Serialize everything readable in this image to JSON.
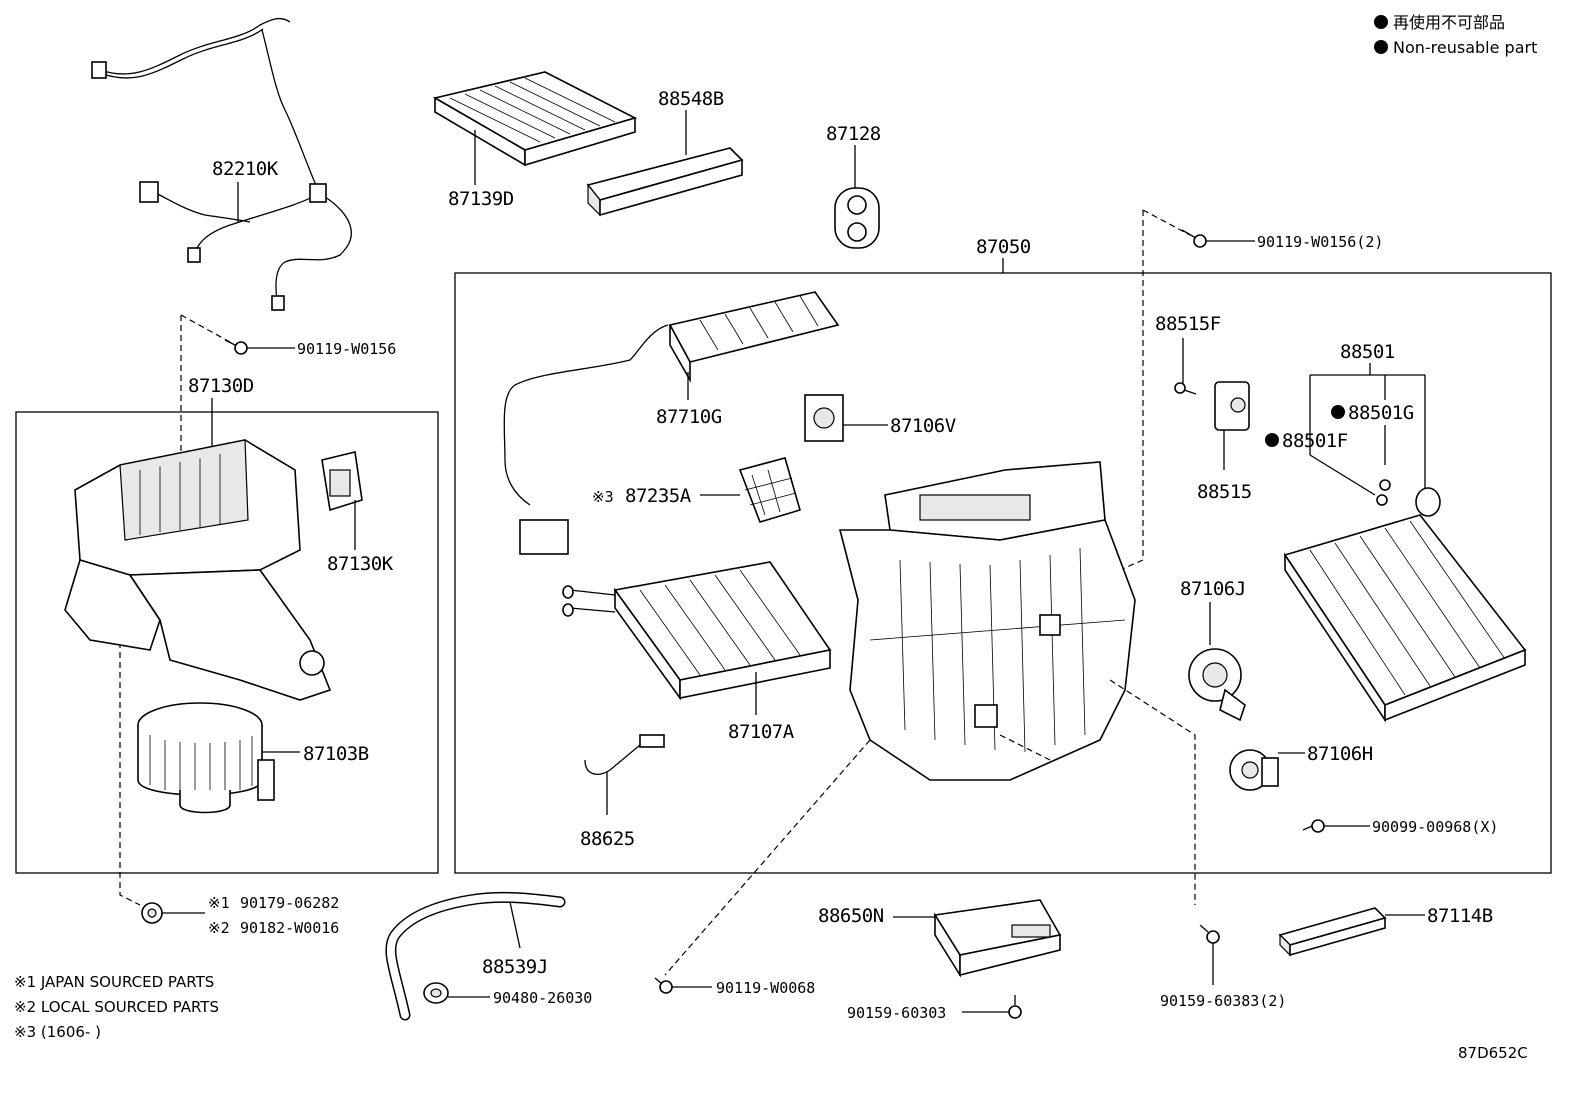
{
  "legend": {
    "jp": "再使用不可部品",
    "en": "Non-reusable part"
  },
  "notes": {
    "n1": "※1 JAPAN SOURCED PARTS",
    "n2": "※2 LOCAL SOURCED PARTS",
    "n3": "※3 (1606-     )"
  },
  "diagram_code": "87D652C",
  "parts": {
    "p82210K": "82210K",
    "p87139D": "87139D",
    "p88548B": "88548B",
    "p87128": "87128",
    "p87050": "87050",
    "p90119W0156_2": "90119-W0156(2)",
    "p90119W0156": "90119-W0156",
    "p87130D": "87130D",
    "p87130K": "87130K",
    "p87103B": "87103B",
    "p87710G": "87710G",
    "p87106V": "87106V",
    "p87235A": "87235A",
    "p87235A_mark": "※3",
    "p87107A": "87107A",
    "p88625": "88625",
    "p88515F": "88515F",
    "p88515": "88515",
    "p88501": "88501",
    "p88501G": "88501G",
    "p88501F": "88501F",
    "p87106J": "87106J",
    "p87106H": "87106H",
    "p90099": "90099-00968(X)",
    "p90179": "90179-06282",
    "p90179_mark": "※1",
    "p90182": "90182-W0016",
    "p90182_mark": "※2",
    "p88539J": "88539J",
    "p90480": "90480-26030",
    "p88650N": "88650N",
    "p90119W0068": "90119-W0068",
    "p90159_60303": "90159-60303",
    "p90159_60383": "90159-60383(2)",
    "p87114B": "87114B"
  }
}
